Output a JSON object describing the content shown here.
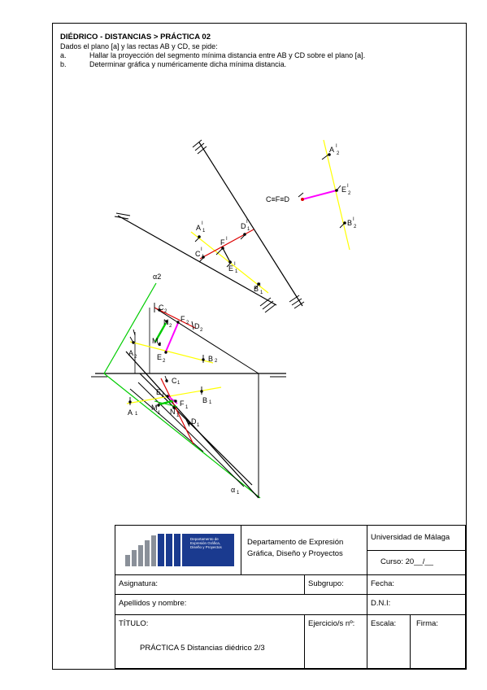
{
  "header": {
    "title": "DIÉDRICO - DISTANCIAS > PRÁCTICA 02",
    "intro": "Dados el plano [a] y las rectas AB y CD, se pide:",
    "item_a_marker": "a.",
    "item_a_text": "Hallar la proyección del segmento mínima distancia entre AB y CD sobre el plano [a].",
    "item_b_marker": "b.",
    "item_b_text": "Determinar gráfica y numéricamente dicha mínima distancia."
  },
  "drawing": {
    "aux_view_labels": {
      "A2": "A",
      "A2_sup": "I",
      "A2_sub": "2",
      "E2": "E",
      "E2_sup": "I",
      "E2_sub": "2",
      "B2": "B",
      "B2_sup": "I",
      "B2_sub": "2",
      "C2F2D2": "C",
      "C2F2D2_text": "C≡F≡D",
      "A1": "A",
      "A1_sup": "I",
      "A1_sub": "1",
      "D1": "D",
      "D1_sup": "I",
      "D1_sub": "1",
      "F1": "F",
      "F1_sup": "I",
      "C1": "C",
      "C1_sup": "I",
      "C1_sub": "1",
      "E1": "E",
      "E1_sup": "I",
      "E1_sub": "1",
      "B1": "B",
      "B1_sup": "I",
      "B1_sub": "1"
    },
    "main_labels": {
      "alpha2": "α2",
      "C2": "C",
      "C2_sub": "2",
      "N2": "N",
      "N2_sub": "2",
      "F2": "F",
      "F2_sub": "2",
      "D2": "D",
      "D2_sub": "2",
      "M2": "M",
      "M2_sub": "2",
      "A2": "A",
      "A2_sub": "2",
      "E2": "E",
      "E2_sub": "2",
      "B2": "B",
      "B2_sub": "2",
      "C1": "C",
      "C1_sub": "1",
      "E1": "E",
      "E1_sub": "1",
      "B1": "B",
      "B1_sub": "1",
      "M1": "M",
      "M1_sub": "1",
      "F1": "F",
      "F1_sub": "1",
      "N1": "N",
      "N1_sub": "1",
      "A1": "A",
      "A1_sub": "1",
      "D1": "D",
      "D1_sub": "1",
      "alpha1": "α",
      "alpha1_sub": "1"
    }
  },
  "title_block": {
    "logo_caption_1": "Departamento de",
    "logo_caption_2": "Expresión Gráfica,",
    "logo_caption_3": "Diseño y Proyectos",
    "department_line1": "Departamento de Expresión",
    "department_line2": "Gráfica, Diseño y Proyectos",
    "university": "Universidad de Málaga",
    "course_label": "Curso: 20__/__",
    "subject_label": "Asignatura:",
    "subgroup_label": "Subgrupo:",
    "date_label": "Fecha:",
    "name_label": "Apellidos y nombre:",
    "id_label": "D.N.I:",
    "title_label": "TÍTULO:",
    "exercise_label": "Ejercicio/s nº:",
    "scale_label": "Escala:",
    "signature_label": "Firma:",
    "practice_title": "PRÁCTICA 5 Distancias diédrico  2/3"
  },
  "colors": {
    "yellow_line": "#ffff00",
    "red_line": "#dd0000",
    "green_line": "#00cc00",
    "magenta_line": "#ff00ff",
    "logo_blue": "#1a3a8f",
    "logo_gray": "#8a9099"
  }
}
